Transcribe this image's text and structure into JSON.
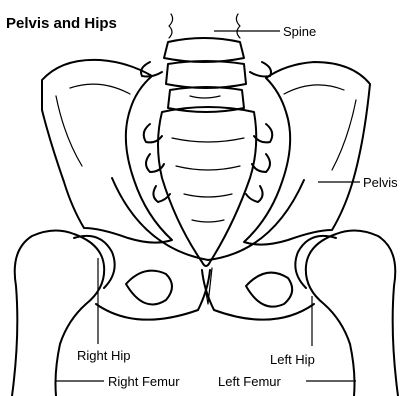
{
  "title": "Pelvis and Hips",
  "labels": {
    "spine": "Spine",
    "pelvis": "Pelvis",
    "right_hip": "Right Hip",
    "left_hip": "Left Hip",
    "right_femur": "Right Femur",
    "left_femur": "Left Femur"
  }
}
